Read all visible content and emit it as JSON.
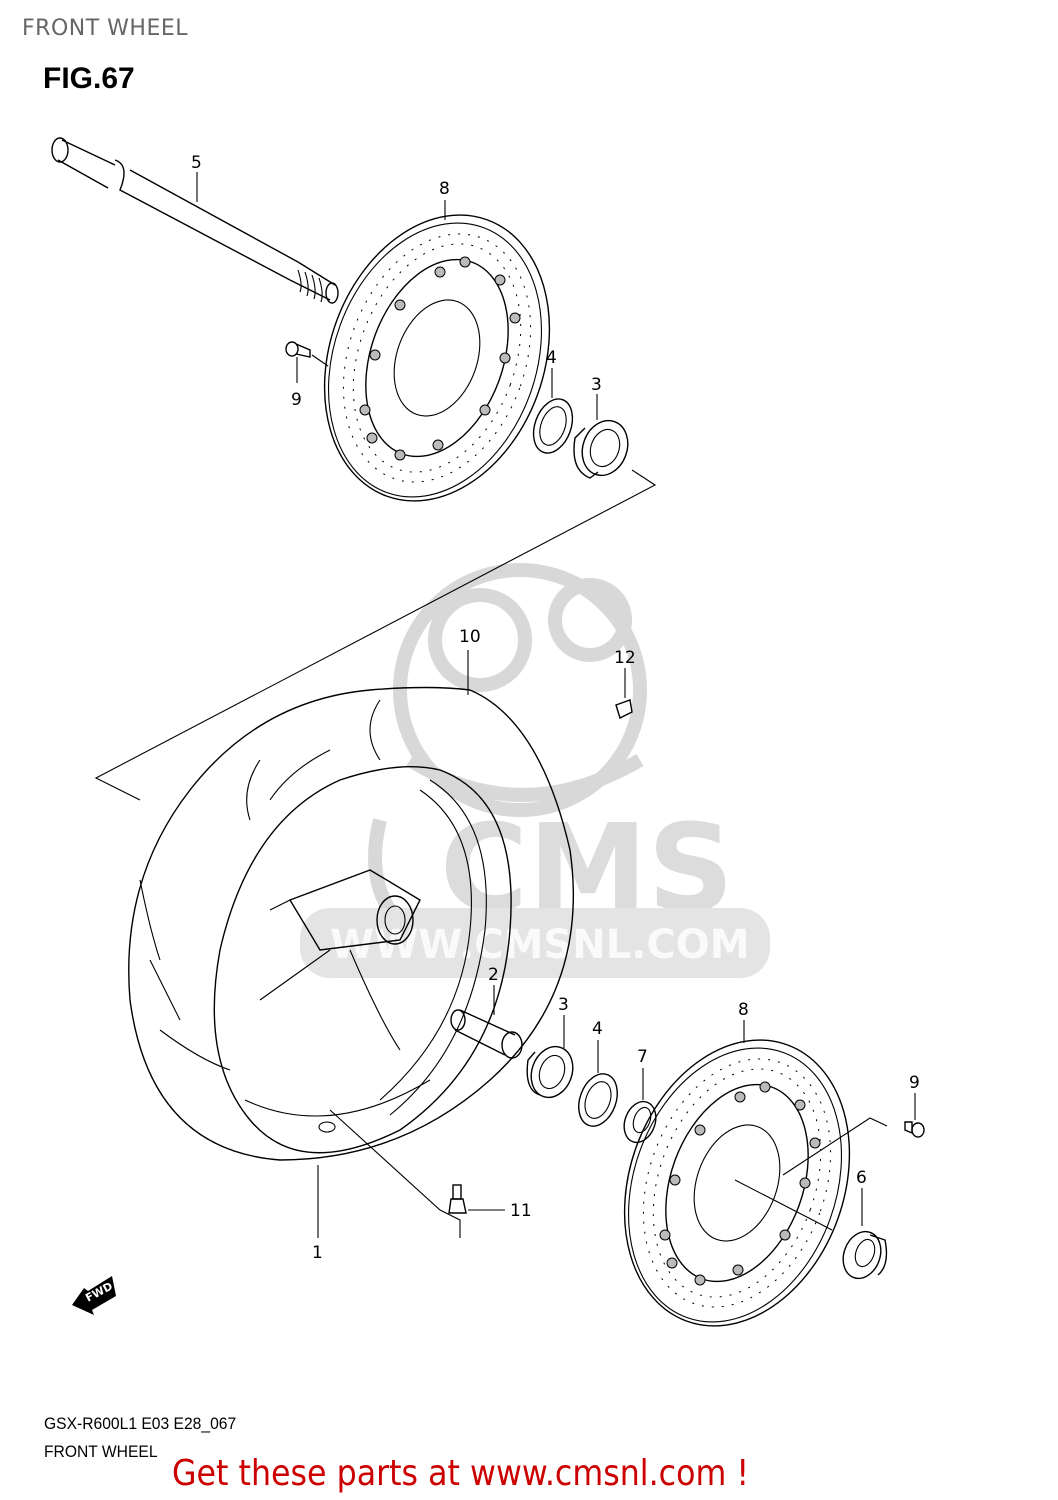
{
  "header": {
    "section_title": "FRONT WHEEL",
    "figure_number": "FIG.67"
  },
  "watermark": {
    "logo_text": "CMS",
    "url_text": "WWW.CMSNL.COM",
    "color": "#d8d8d8"
  },
  "direction_indicator": {
    "label": "FWD"
  },
  "callouts": [
    {
      "number": "1",
      "part": "wheel-rim"
    },
    {
      "number": "2",
      "part": "spacer"
    },
    {
      "number": "3",
      "part": "bearing",
      "occurrences": 2
    },
    {
      "number": "4",
      "part": "oil-seal",
      "occurrences": 2
    },
    {
      "number": "5",
      "part": "axle"
    },
    {
      "number": "6",
      "part": "axle-nut"
    },
    {
      "number": "7",
      "part": "collar"
    },
    {
      "number": "8",
      "part": "brake-disc",
      "occurrences": 2
    },
    {
      "number": "9",
      "part": "disc-bolt",
      "occurrences": 2
    },
    {
      "number": "10",
      "part": "tire"
    },
    {
      "number": "11",
      "part": "valve"
    },
    {
      "number": "12",
      "part": "balancer-weight"
    }
  ],
  "labels": {
    "c1": "1",
    "c2": "2",
    "c3a": "3",
    "c3b": "3",
    "c4a": "4",
    "c4b": "4",
    "c5": "5",
    "c6": "6",
    "c7": "7",
    "c8a": "8",
    "c8b": "8",
    "c9a": "9",
    "c9b": "9",
    "c10": "10",
    "c11": "11",
    "c12": "12"
  },
  "footer": {
    "model_code": "GSX-R600L1 E03 E28_067",
    "title": "FRONT WHEEL",
    "promo_text": "Get these parts at www.cmsnl.com !",
    "promo_color": "#cc0000"
  }
}
